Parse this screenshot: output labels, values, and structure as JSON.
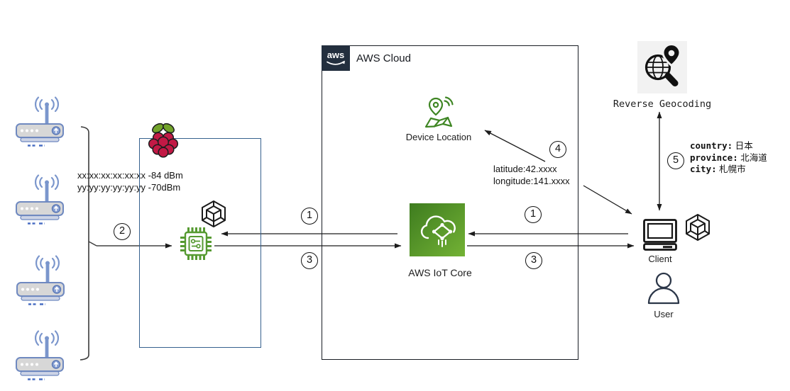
{
  "access_points": {
    "note_line1": "xx:xx:xx:xx:xx:xx -84 dBm",
    "note_line2": "yy:yy:yy:yy:yy:yy -70dBm"
  },
  "steps": {
    "1": "1",
    "2": "2",
    "3": "3",
    "4": "4",
    "5": "5"
  },
  "aws_cloud": {
    "logo_text": "aws",
    "title": "AWS Cloud"
  },
  "device_location": {
    "label": "Device Location"
  },
  "iot_core": {
    "label": "AWS IoT Core"
  },
  "location_note": {
    "line1": "latitude:42.xxxx",
    "line2": "longitude:141.xxxx"
  },
  "reverse_geocoding": {
    "label": "Reverse Geocoding"
  },
  "geocode_result": {
    "country_label": "country:",
    "country_value": "日本",
    "province_label": "province:",
    "province_value": "北海道",
    "city_label": "city:",
    "city_value": "札幌市"
  },
  "client": {
    "label": "Client"
  },
  "user": {
    "label": "User"
  },
  "colors": {
    "aws_dark": "#232f3e",
    "iot_core_gradient_start": "#3e7c1f",
    "iot_core_gradient_end": "#73b235",
    "chip_green": "#569a31",
    "device_location_green": "#3f8624",
    "router_blue": "#7b96cc",
    "raspberry_red": "#c21945",
    "leaf_green": "#72a32b",
    "rpi_box_blue": "#36618e"
  }
}
